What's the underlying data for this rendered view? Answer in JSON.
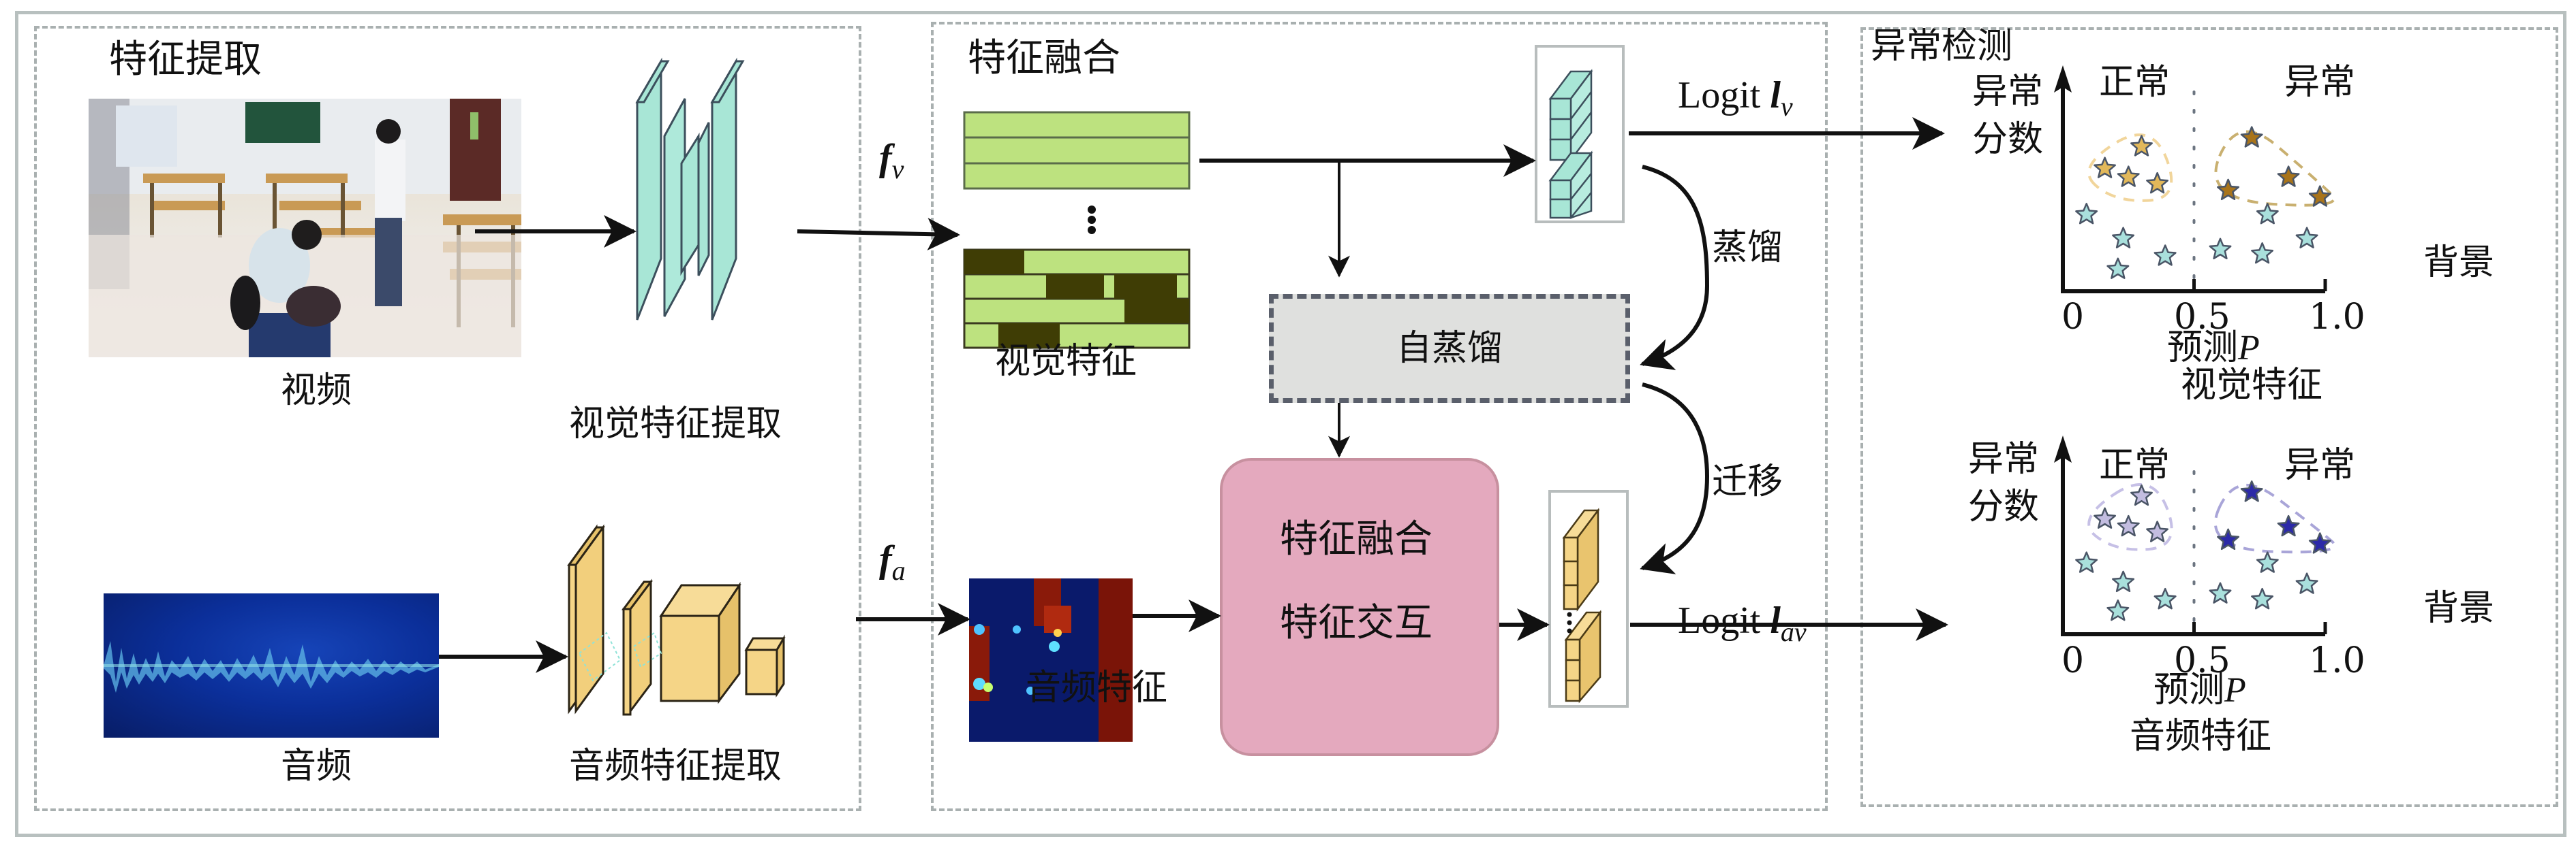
{
  "sections": {
    "feature_extraction": {
      "title": "特征提取",
      "video_label": "视频",
      "audio_label": "音频",
      "visual_extractor_label": "视觉特征提取",
      "audio_extractor_label": "音频特征提取"
    },
    "feature_fusion": {
      "title": "特征融合",
      "visual_feature_label": "视觉特征",
      "audio_feature_label": "音频特征",
      "self_distillation_label": "自蒸馏",
      "fusion_block": {
        "line1": "特征融合",
        "line2": "特征交互"
      },
      "distill_label": "蒸馏",
      "transfer_label": "迁移"
    },
    "anomaly_detection": {
      "title": "异常检测"
    }
  },
  "symbols": {
    "f_v": {
      "base": "f",
      "sub": "v"
    },
    "f_a": {
      "base": "f",
      "sub": "a"
    },
    "logit_v": {
      "prefix": "Logit",
      "base": "l",
      "sub": "v"
    },
    "logit_av": {
      "prefix": "Logit",
      "base": "l",
      "sub": "av"
    }
  },
  "chart_data": [
    {
      "type": "scatter",
      "title": "视觉特征",
      "xlabel": "预测P",
      "ylabel": "异常分数",
      "x_ticks": [
        "0",
        "0.5",
        "1.0"
      ],
      "xlim": [
        0,
        1.0
      ],
      "ylim": [
        0,
        1.0
      ],
      "threshold": 0.5,
      "region_labels": {
        "left": "正常",
        "right": "异常",
        "bottom_right": "背景"
      },
      "series": [
        {
          "name": "正常",
          "color": "#e2b85a",
          "cluster_color": "#f1d59b",
          "points": [
            [
              0.16,
              0.56
            ],
            [
              0.3,
              0.66
            ],
            [
              0.25,
              0.52
            ],
            [
              0.36,
              0.49
            ]
          ]
        },
        {
          "name": "异常",
          "color": "#a9741a",
          "cluster_color": "#c9b070",
          "points": [
            [
              0.72,
              0.7
            ],
            [
              0.63,
              0.46
            ],
            [
              0.86,
              0.52
            ],
            [
              0.98,
              0.43
            ]
          ]
        },
        {
          "name": "背景",
          "color": "#a9e0dc",
          "points": [
            [
              0.09,
              0.35
            ],
            [
              0.23,
              0.24
            ],
            [
              0.21,
              0.1
            ],
            [
              0.39,
              0.16
            ],
            [
              0.6,
              0.19
            ],
            [
              0.78,
              0.35
            ],
            [
              0.76,
              0.17
            ],
            [
              0.93,
              0.24
            ]
          ]
        }
      ]
    },
    {
      "type": "scatter",
      "title": "音频特征",
      "xlabel": "预测P",
      "ylabel": "异常分数",
      "x_ticks": [
        "0",
        "0.5",
        "1.0"
      ],
      "xlim": [
        0,
        1.0
      ],
      "ylim": [
        0,
        1.0
      ],
      "threshold": 0.5,
      "region_labels": {
        "left": "正常",
        "right": "异常",
        "bottom_right": "背景"
      },
      "series": [
        {
          "name": "正常",
          "color": "#c3bde0",
          "cluster_color": "#c6c0e6",
          "points": [
            [
              0.16,
              0.6
            ],
            [
              0.3,
              0.72
            ],
            [
              0.25,
              0.56
            ],
            [
              0.36,
              0.53
            ]
          ]
        },
        {
          "name": "异常",
          "color": "#2c2aa8",
          "cluster_color": "#a9a5d8",
          "points": [
            [
              0.72,
              0.74
            ],
            [
              0.63,
              0.49
            ],
            [
              0.86,
              0.56
            ],
            [
              0.98,
              0.47
            ]
          ]
        },
        {
          "name": "背景",
          "color": "#a9e0dc",
          "points": [
            [
              0.09,
              0.37
            ],
            [
              0.23,
              0.27
            ],
            [
              0.21,
              0.12
            ],
            [
              0.39,
              0.18
            ],
            [
              0.6,
              0.21
            ],
            [
              0.78,
              0.37
            ],
            [
              0.76,
              0.18
            ],
            [
              0.93,
              0.26
            ]
          ]
        }
      ]
    }
  ]
}
